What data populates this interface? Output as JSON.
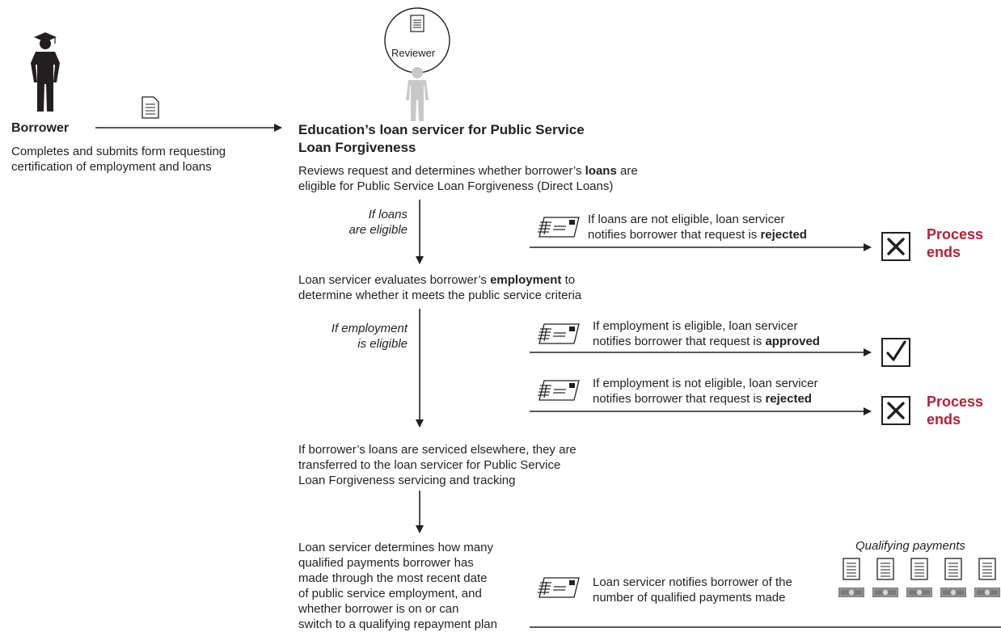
{
  "reviewer": {
    "label": "Reviewer"
  },
  "borrower": {
    "title": "Borrower",
    "description": "Completes and submits form requesting certification of employment and loans"
  },
  "servicer": {
    "title_line1": "Education’s loan servicer for Public Service",
    "title_line2": "Loan Forgiveness"
  },
  "step1": {
    "pre": "Reviews request and determines whether borrower’s ",
    "bold": "loans",
    "post": " are",
    "line2": "eligible for Public Service Loan Forgiveness (Direct Loans)"
  },
  "branch1": {
    "condition_line1": "If loans",
    "condition_line2": "are eligible",
    "notice_line1": "If loans are not eligible, loan servicer",
    "notice_pre": "notifies borrower that request is ",
    "notice_bold": "rejected",
    "outcome_line1": "Process",
    "outcome_line2": "ends"
  },
  "step2": {
    "pre": "Loan servicer evaluates borrower’s ",
    "bold": "employment",
    "post": " to",
    "line2": "determine whether it meets the public service criteria"
  },
  "branch2": {
    "condition_line1": "If employment",
    "condition_line2": "is eligible",
    "approved_line1": "If employment is eligible, loan servicer",
    "approved_pre": "notifies borrower that request is ",
    "approved_bold": "approved",
    "rejected_line1": "If employment is not eligible, loan servicer",
    "rejected_pre": "notifies borrower that request is ",
    "rejected_bold": "rejected",
    "outcome_line1": "Process",
    "outcome_line2": "ends"
  },
  "step3": {
    "line1": "If borrower’s loans are serviced elsewhere, they are",
    "line2": "transferred to the loan servicer for Public Service",
    "line3": "Loan Forgiveness servicing and tracking"
  },
  "step4": {
    "line1": "Loan servicer determines how many",
    "line2": "qualified payments borrower has",
    "line3": "made through the most recent date",
    "line4": "of public service employment, and",
    "line5": "whether borrower is on or can",
    "line6": "switch to a qualifying repayment plan"
  },
  "final_notice": {
    "line1": "Loan servicer notifies borrower of the",
    "line2": "number of qualified payments made"
  },
  "payments": {
    "label": "Qualifying payments",
    "count": 5
  },
  "icons": {
    "person": "person-icon",
    "graduate": "graduate-icon",
    "document": "document-icon",
    "letter": "letter-icon",
    "check": "checkmark-icon",
    "reject": "x-mark-icon",
    "money": "money-icon"
  },
  "colors": {
    "text": "#231f20",
    "accent": "#b5203a",
    "reviewer_gray": "#c8c8c8"
  }
}
